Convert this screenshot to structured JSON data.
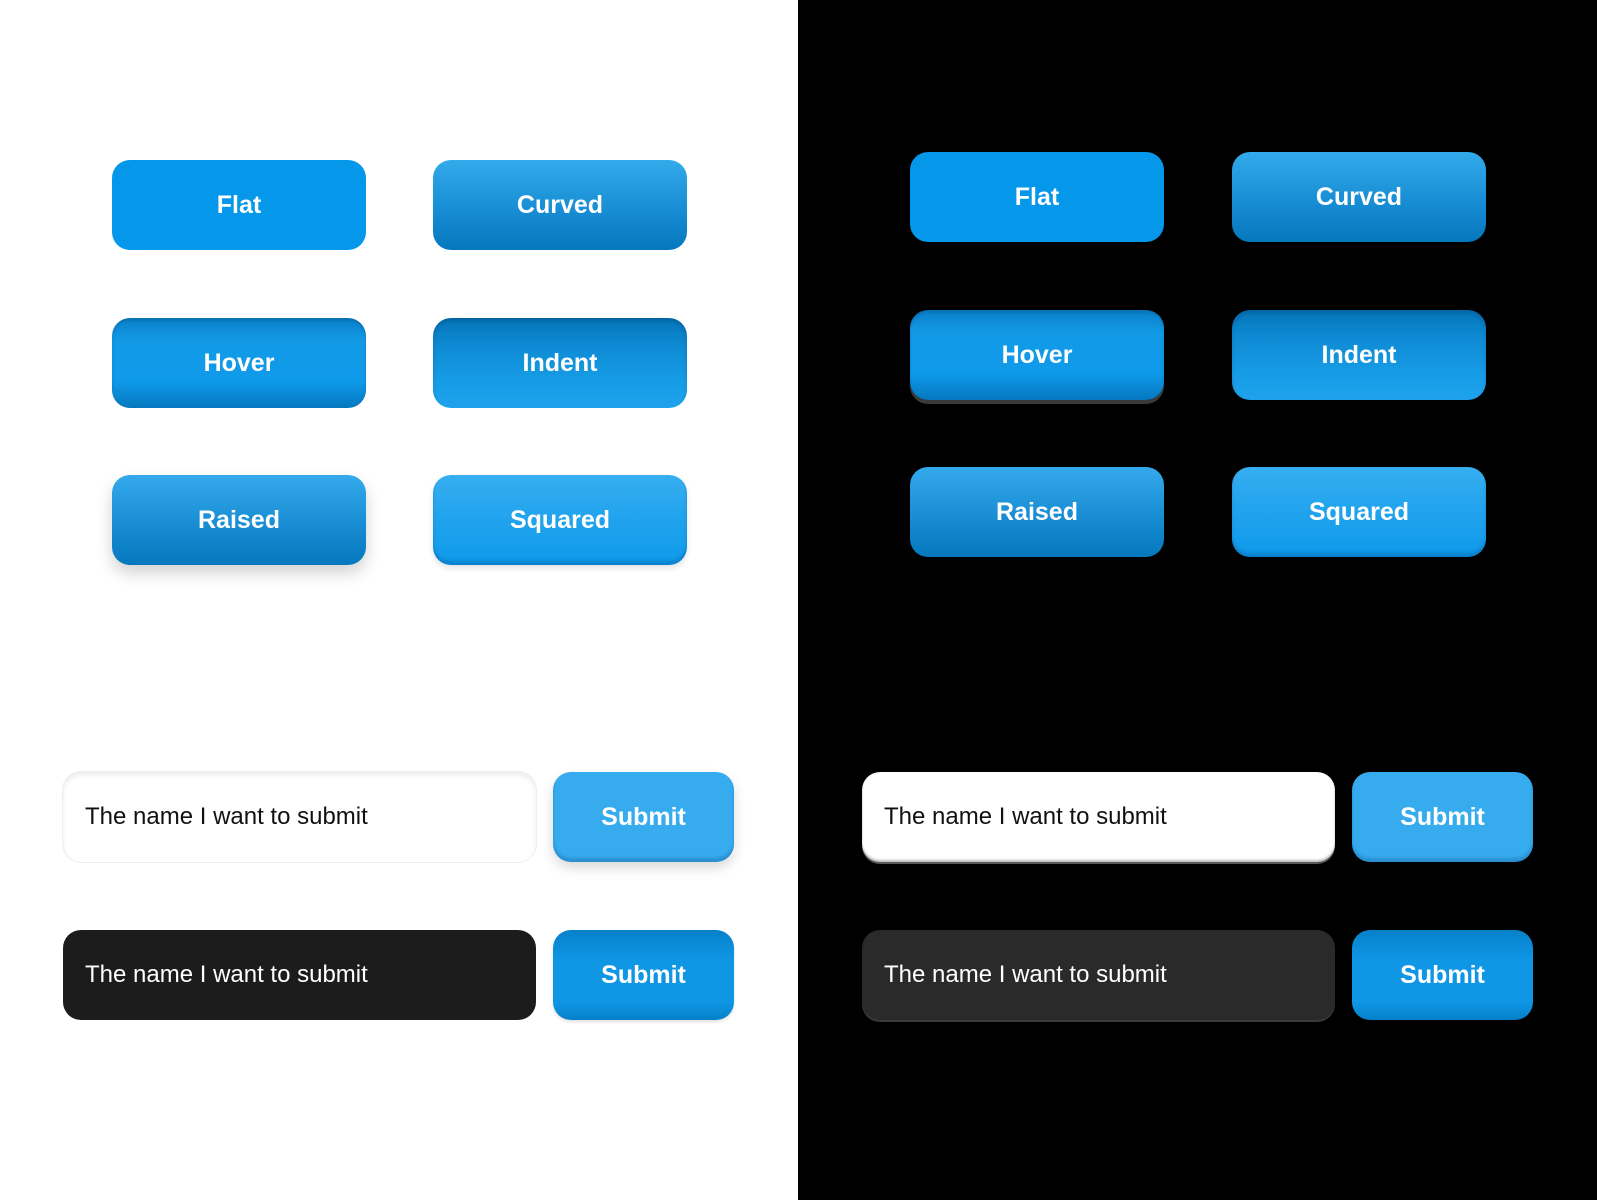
{
  "light_panel": {
    "background": "#ffffff",
    "buttons": {
      "flat": "Flat",
      "curved": "Curved",
      "hover": "Hover",
      "indent": "Indent",
      "raised": "Raised",
      "squared": "Squared"
    },
    "forms": [
      {
        "input_value": "The name I want to submit",
        "submit_label": "Submit"
      },
      {
        "input_value": "The name I want to submit",
        "submit_label": "Submit"
      }
    ]
  },
  "dark_panel": {
    "background": "#000000",
    "buttons": {
      "flat": "Flat",
      "curved": "Curved",
      "hover": "Hover",
      "indent": "Indent",
      "raised": "Raised",
      "squared": "Squared"
    },
    "forms": [
      {
        "input_value": "The name I want to submit",
        "submit_label": "Submit"
      },
      {
        "input_value": "The name I want to submit",
        "submit_label": "Submit"
      }
    ]
  },
  "colors": {
    "accent": "#0597ea",
    "accent_dark": "#0577bd",
    "accent_light": "#36acee",
    "dark_input": "#1c1c1c"
  }
}
